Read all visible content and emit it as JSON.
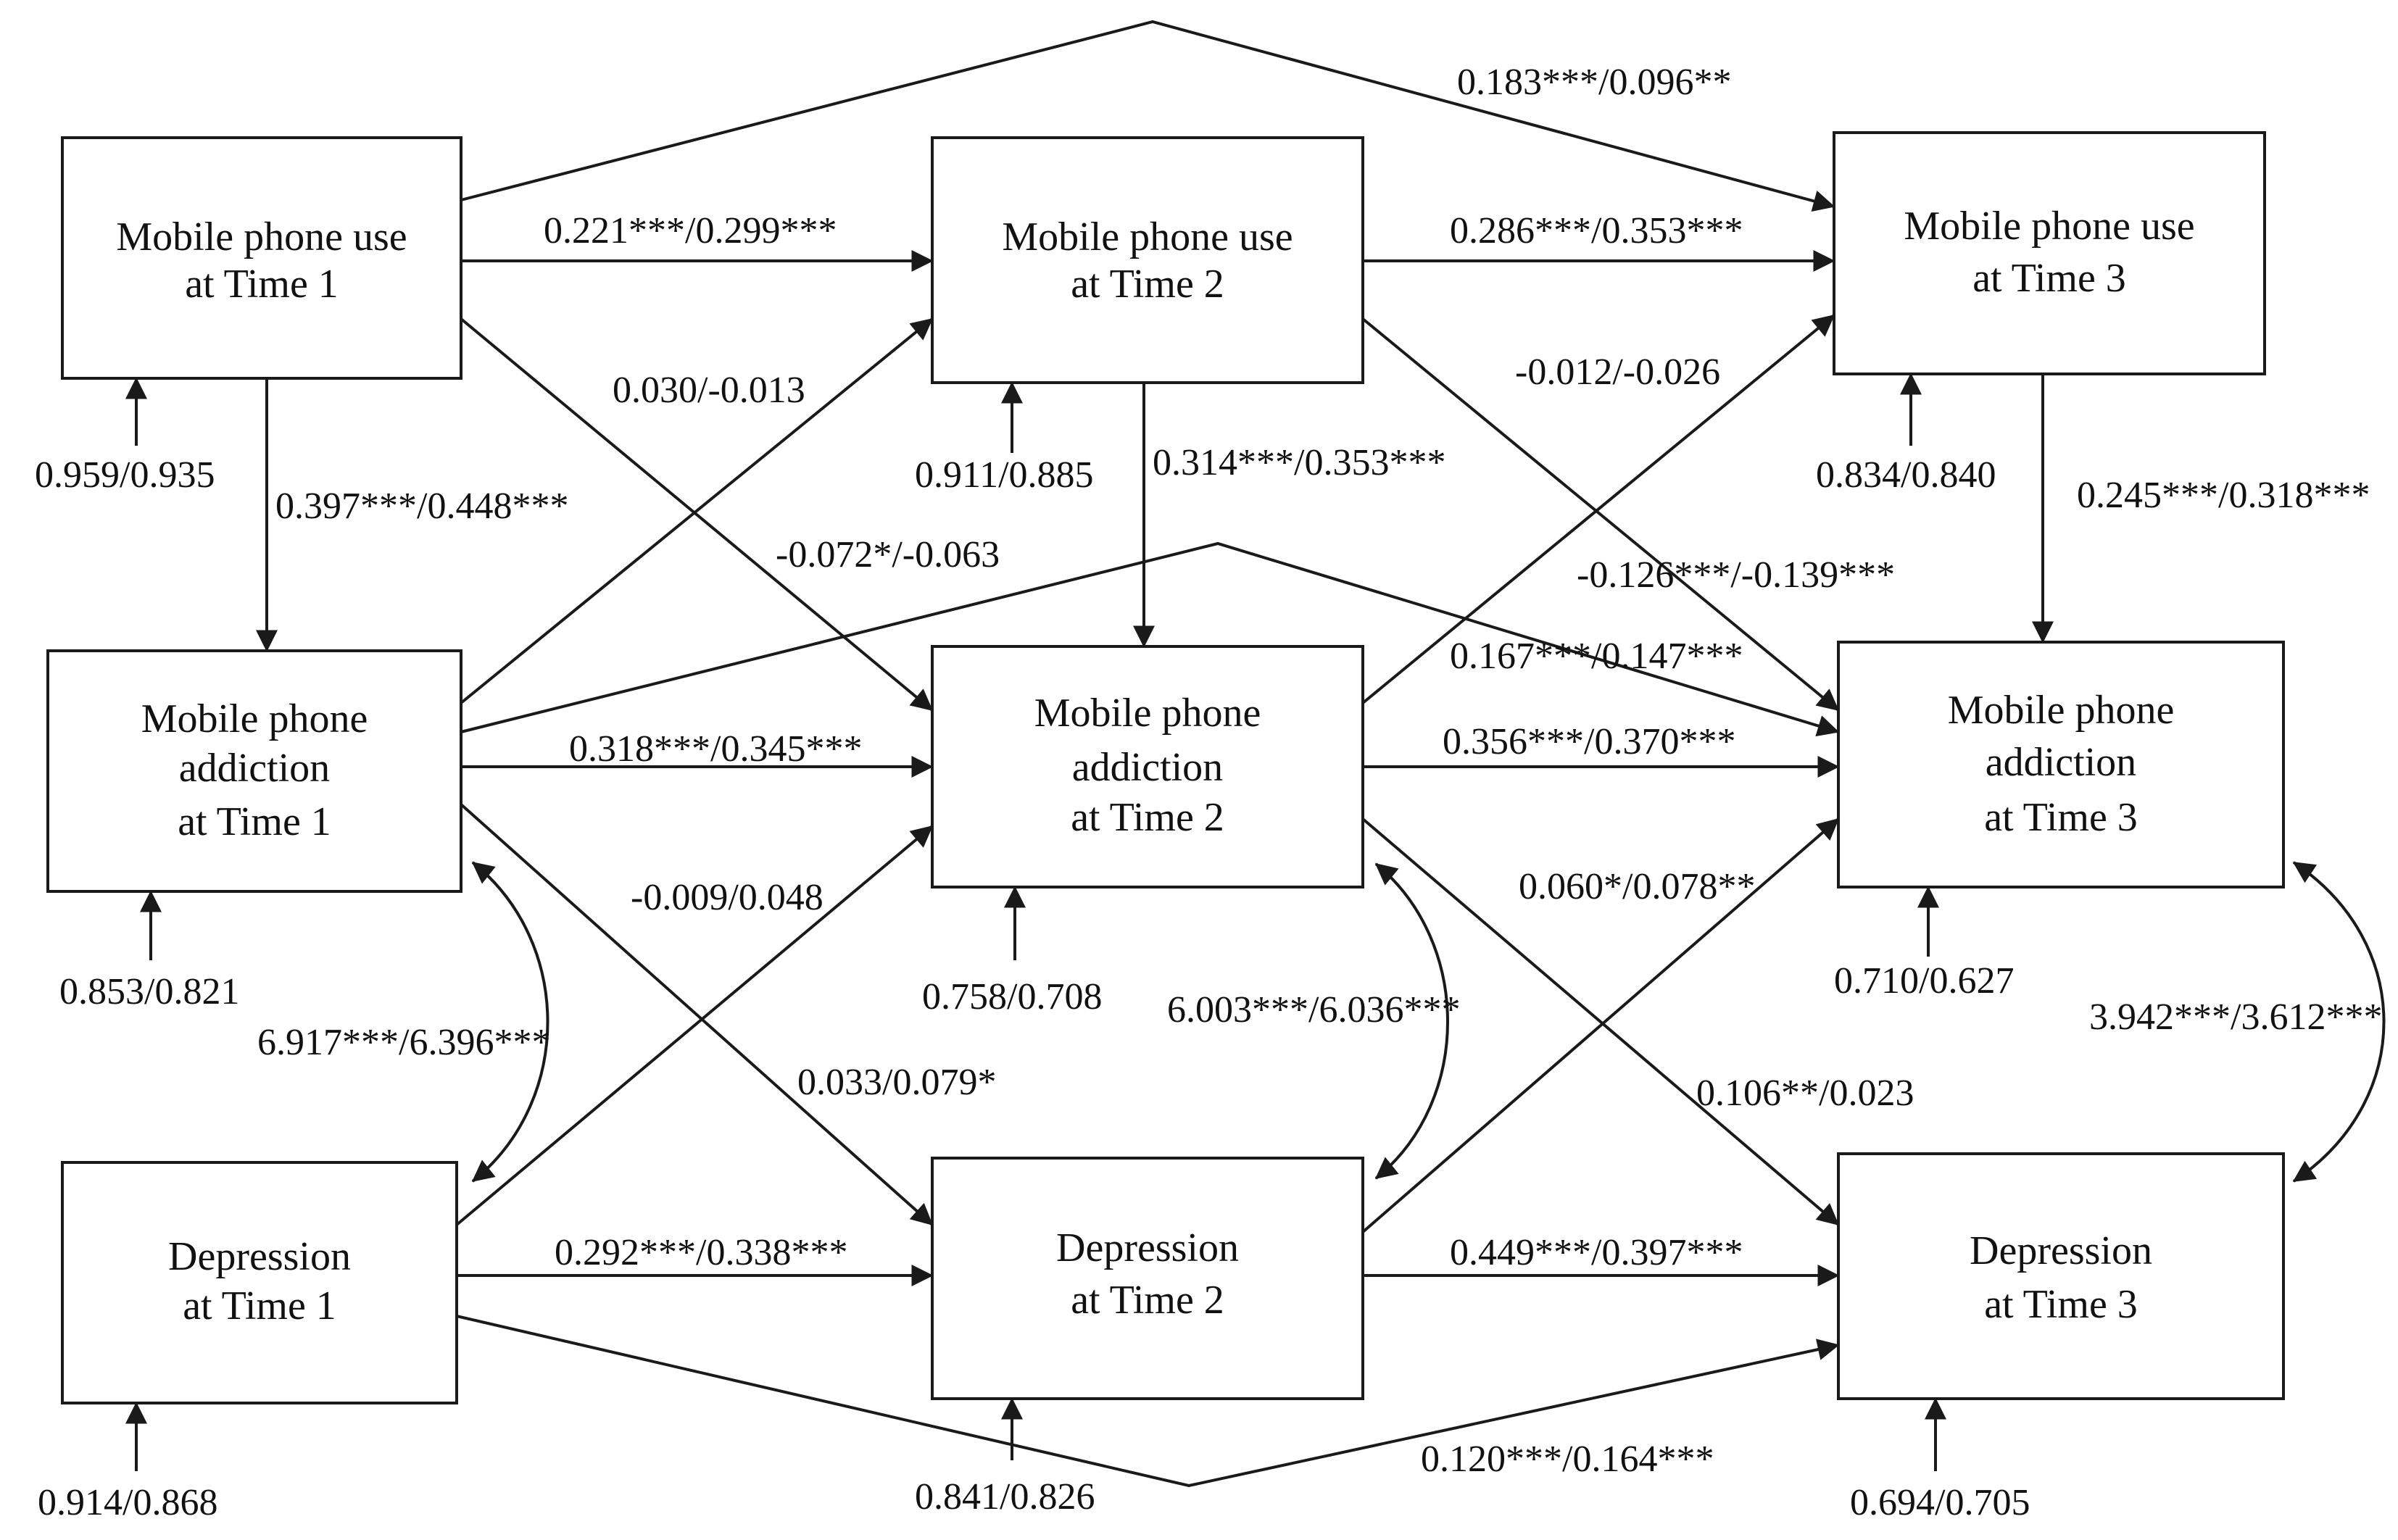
{
  "nodes": {
    "use_t1": [
      "Mobile phone use",
      "at Time 1"
    ],
    "use_t2": [
      "Mobile phone use",
      "at Time 2"
    ],
    "use_t3": [
      "Mobile phone use",
      "at Time 3"
    ],
    "add_t1": [
      "Mobile phone",
      "addiction",
      "at Time 1"
    ],
    "add_t2": [
      "Mobile phone",
      "addiction",
      "at Time 2"
    ],
    "add_t3": [
      "Mobile phone",
      "addiction",
      "at Time 3"
    ],
    "dep_t1": [
      "Depression",
      "at Time 1"
    ],
    "dep_t2": [
      "Depression",
      "at Time 2"
    ],
    "dep_t3": [
      "Depression",
      "at Time 3"
    ]
  },
  "residuals": {
    "use_t1": "0.959/0.935",
    "use_t2": "0.911/0.885",
    "use_t3": "0.834/0.840",
    "add_t1": "0.853/0.821",
    "add_t2": "0.758/0.708",
    "add_t3": "0.710/0.627",
    "dep_t1": "0.914/0.868",
    "dep_t2": "0.841/0.826",
    "dep_t3": "0.694/0.705"
  },
  "paths": {
    "use1_use3": "0.183***/0.096**",
    "use1_use2": "0.221***/0.299***",
    "use2_use3": "0.286***/0.353***",
    "use1_add2": "0.030/-0.013",
    "use2_add3": "-0.012/-0.026",
    "use1_add1": "0.397***/0.448***",
    "use2_add2": "0.314***/0.353***",
    "use3_add3": "0.245***/0.318***",
    "add1_use2": "-0.072*/-0.063",
    "add2_use3": "-0.126***/-0.139***",
    "add1_add3": "0.167***/0.147***",
    "add1_add2": "0.318***/0.345***",
    "add2_add3": "0.356***/0.370***",
    "dep1_add2": "-0.009/0.048",
    "dep2_add3": "0.060*/0.078**",
    "add1_dep2": "0.033/0.079*",
    "add2_dep3": "0.106**/0.023",
    "dep1_dep2": "0.292***/0.338***",
    "dep2_dep3": "0.449***/0.397***",
    "dep1_dep3": "0.120***/0.164***"
  },
  "covariances": {
    "t1": "6.917***/6.396***",
    "t2": "6.003***/6.036***",
    "t3": "3.942***/3.612***"
  }
}
